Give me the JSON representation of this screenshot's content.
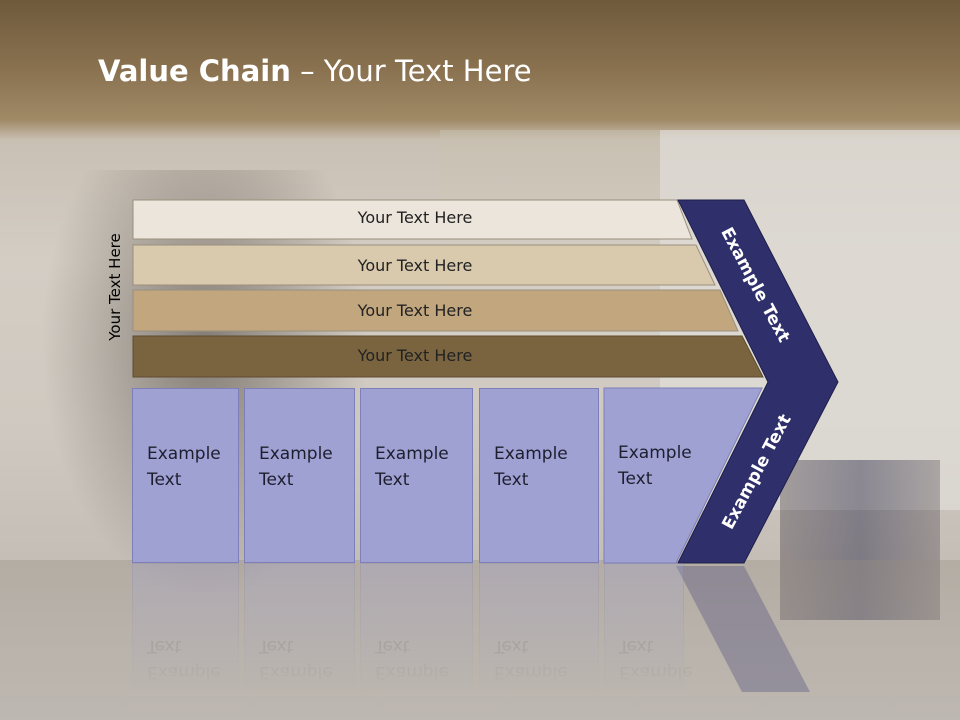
{
  "title": {
    "bold": "Value Chain",
    "rest": " – Your Text Here"
  },
  "side_label": "Your Text Here",
  "bars": [
    {
      "label": "Your Text Here",
      "color": "#ece5db"
    },
    {
      "label": "Your Text Here",
      "color": "#d9c9ad"
    },
    {
      "label": "Your Text Here",
      "color": "#c1a67e"
    },
    {
      "label": "Your Text Here",
      "color": "#7a6440"
    }
  ],
  "boxes": [
    {
      "text": "Example\nText"
    },
    {
      "text": "Example\nText"
    },
    {
      "text": "Example\nText"
    },
    {
      "text": "Example\nText"
    },
    {
      "text": "Example\nText"
    }
  ],
  "chevron": {
    "upper_label": "Example Text",
    "lower_label": "Example Text",
    "color": "#2f2f6b",
    "box_color": "#9fa1d3"
  }
}
